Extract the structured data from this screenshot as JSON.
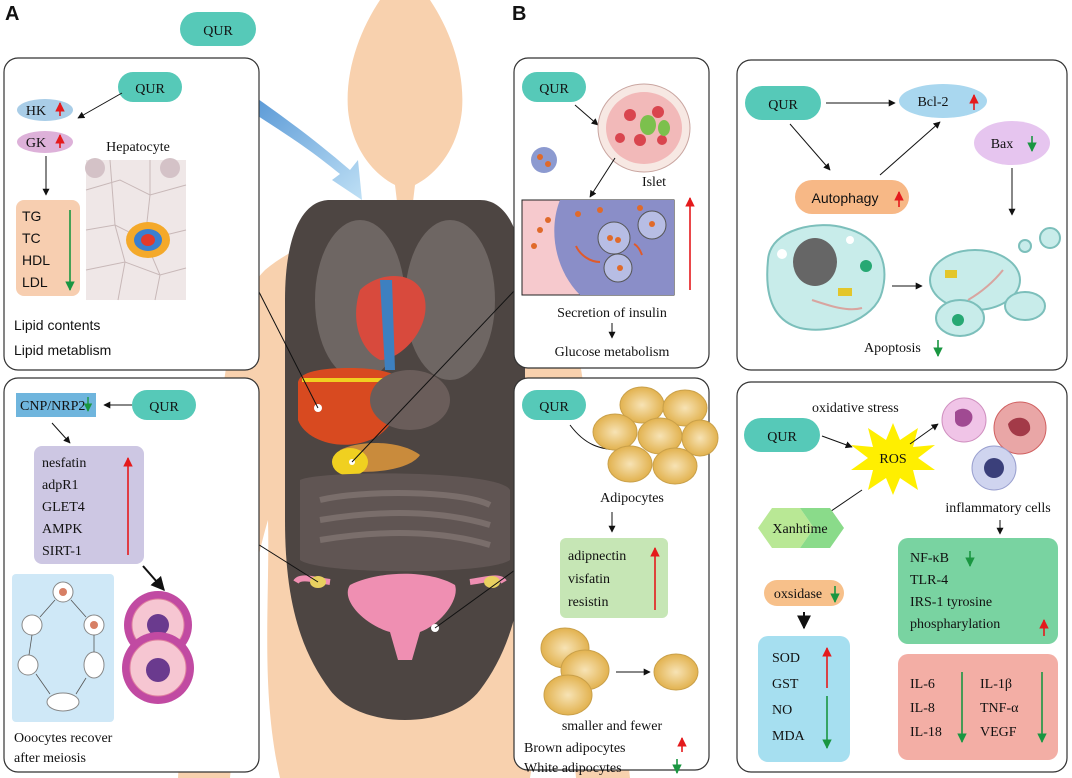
{
  "panels": {
    "a": "A",
    "b": "B"
  },
  "colors": {
    "qur_pill": "#56c9b8",
    "skin": "#f8d1ae",
    "organ_bg": "#4d4542",
    "up_arrow": "#e41a1c",
    "down_arrow": "#1a9641"
  },
  "qur": "QUR",
  "liver_box": {
    "hk": "HK",
    "gk": "GK",
    "hepatocyte": "Hepatocyte",
    "lipids": [
      "TG",
      "TC",
      "HDL",
      "LDL"
    ],
    "lipid_contents": "Lipid contents",
    "lipid_metabolism": "Lipid metablism"
  },
  "ovary_box": {
    "cnp": "CNP/NRP2",
    "markers": [
      "nesfatin",
      "adpR1",
      "GLET4",
      "AMPK",
      "SIRT-1"
    ],
    "oocytes_line1": "Ooocytes recover",
    "oocytes_line2": "after meiosis"
  },
  "islet_box": {
    "islet": "Islet",
    "secretion": "Secretion of insulin",
    "glucose": "Glucose metabolism"
  },
  "adipo_box": {
    "adipocytes": "Adipocytes",
    "markers": [
      "adipnectin",
      "visfatin",
      "resistin"
    ],
    "smaller": "smaller and fewer",
    "brown": "Brown adipocytes",
    "white": "White adipocytes"
  },
  "apop_box": {
    "bcl2": "Bcl-2",
    "bax": "Bax",
    "autophagy": "Autophagy",
    "apoptosis": "Apoptosis"
  },
  "ox_box": {
    "oxidative_stress": "oxidative stress",
    "ros": "ROS",
    "inflammatory": "inflammatory cells",
    "xanthine": "Xanhtime",
    "oxidase": "oxsidase",
    "antioxidants": [
      "SOD",
      "GST",
      "NO",
      "MDA"
    ],
    "nfkb": "NF-κB",
    "tlr4": "TLR-4",
    "irs1": "IRS-1 tyrosine",
    "phos": "phospharylation",
    "cytokines_left": [
      "IL-6",
      "IL-8",
      "IL-18"
    ],
    "cytokines_right": [
      "IL-1β",
      "TNF-α",
      "VEGF"
    ]
  }
}
